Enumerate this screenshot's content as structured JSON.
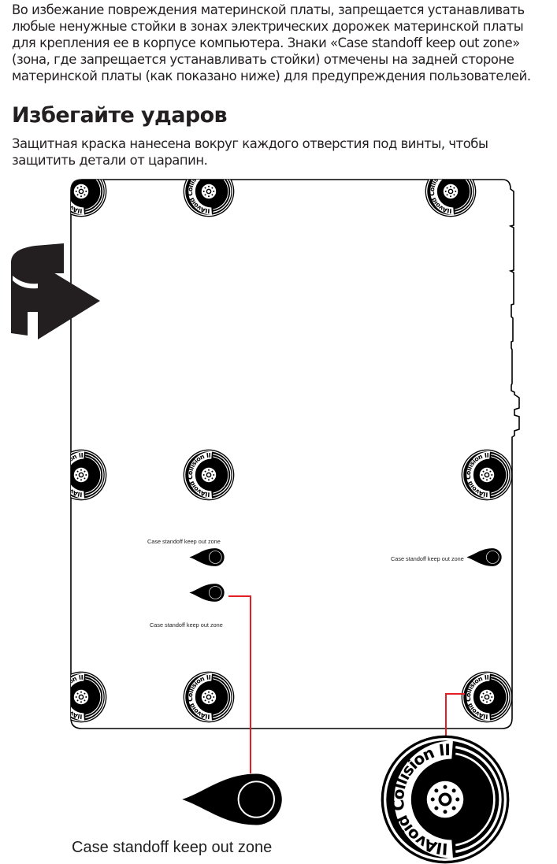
{
  "intro_paragraph": [
    "Во избежание повреждения материнской платы, запрещается устанавливать",
    "любые ненужные стойки в зонах электрических дорожек материнской платы",
    "для крепления ее в корпусе компьютера. Знаки «Case standoff keep out zone»",
    "(зона, где запрещается устанавливать стойки) отмечены на задней стороне",
    "материнской платы (как показано ниже) для предупреждения пользователей."
  ],
  "section": {
    "title": "Избегайте ударов",
    "paragraph": [
      "Защитная краска нанесена вокруг каждого отверстия под винты, чтобы",
      "защитить детали от царапин."
    ]
  },
  "diagram": {
    "keep_out_label": "Case standoff keep out zone",
    "collision_mark_text": "IIAvoid Collision II",
    "callout_color": "#e31e24",
    "marks": {
      "avoid_collision_count": 9,
      "keep_out_count": 3
    }
  }
}
